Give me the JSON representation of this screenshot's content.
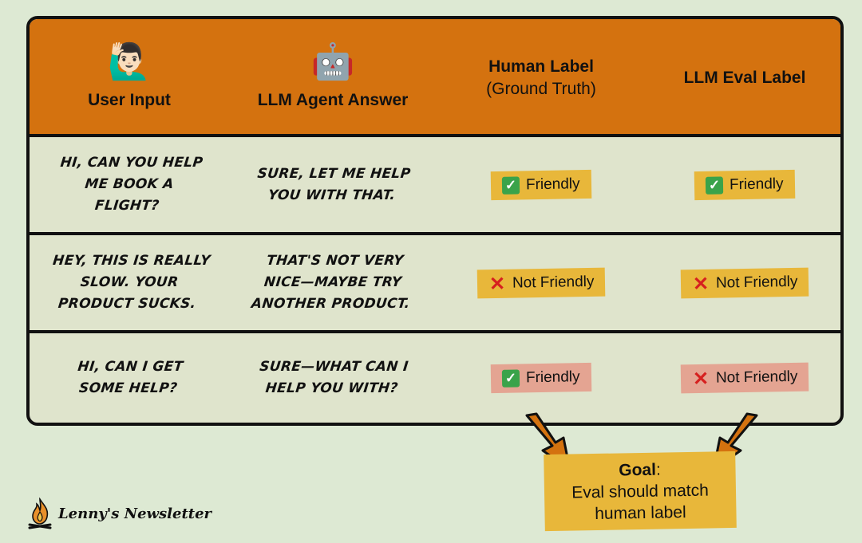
{
  "header": {
    "col1": {
      "emoji": "🙋🏻‍♂️",
      "label": "User Input"
    },
    "col2": {
      "emoji": "🤖",
      "label": "LLM Agent Answer"
    },
    "col3": {
      "label": "Human Label",
      "sublabel": "(Ground Truth)"
    },
    "col4": {
      "label": "LLM Eval Label"
    }
  },
  "rows": [
    {
      "input": "Hi, can you help me book a flight?",
      "answer": "Sure, let me help you with that.",
      "human": {
        "icon": "check-icon",
        "text": "Friendly",
        "color": "#e8b73a"
      },
      "eval": {
        "icon": "check-icon",
        "text": "Friendly",
        "color": "#e8b73a"
      }
    },
    {
      "input": "Hey, this is really slow. Your product sucks.",
      "answer": "That's not very nice—maybe try another product.",
      "human": {
        "icon": "cross-icon",
        "text": "Not Friendly",
        "color": "#e8b73a"
      },
      "eval": {
        "icon": "cross-icon",
        "text": "Not Friendly",
        "color": "#e8b73a"
      }
    },
    {
      "input": "Hi, can I get some help?",
      "answer": "Sure—what can I help you with?",
      "human": {
        "icon": "check-icon",
        "text": "Friendly",
        "color": "#e4a492"
      },
      "eval": {
        "icon": "cross-icon",
        "text": "Not Friendly",
        "color": "#e4a492"
      }
    }
  ],
  "goal": {
    "title": "Goal",
    "colon": ":",
    "text_line1": "Eval should match",
    "text_line2": "human label"
  },
  "brand": {
    "name": "Lenny's Newsletter",
    "icon": "campfire-icon"
  },
  "colors": {
    "header": "#d4720f",
    "background": "#dde9d3",
    "table": "#dfe4cc",
    "match": "#e8b73a",
    "mismatch": "#e4a492"
  }
}
